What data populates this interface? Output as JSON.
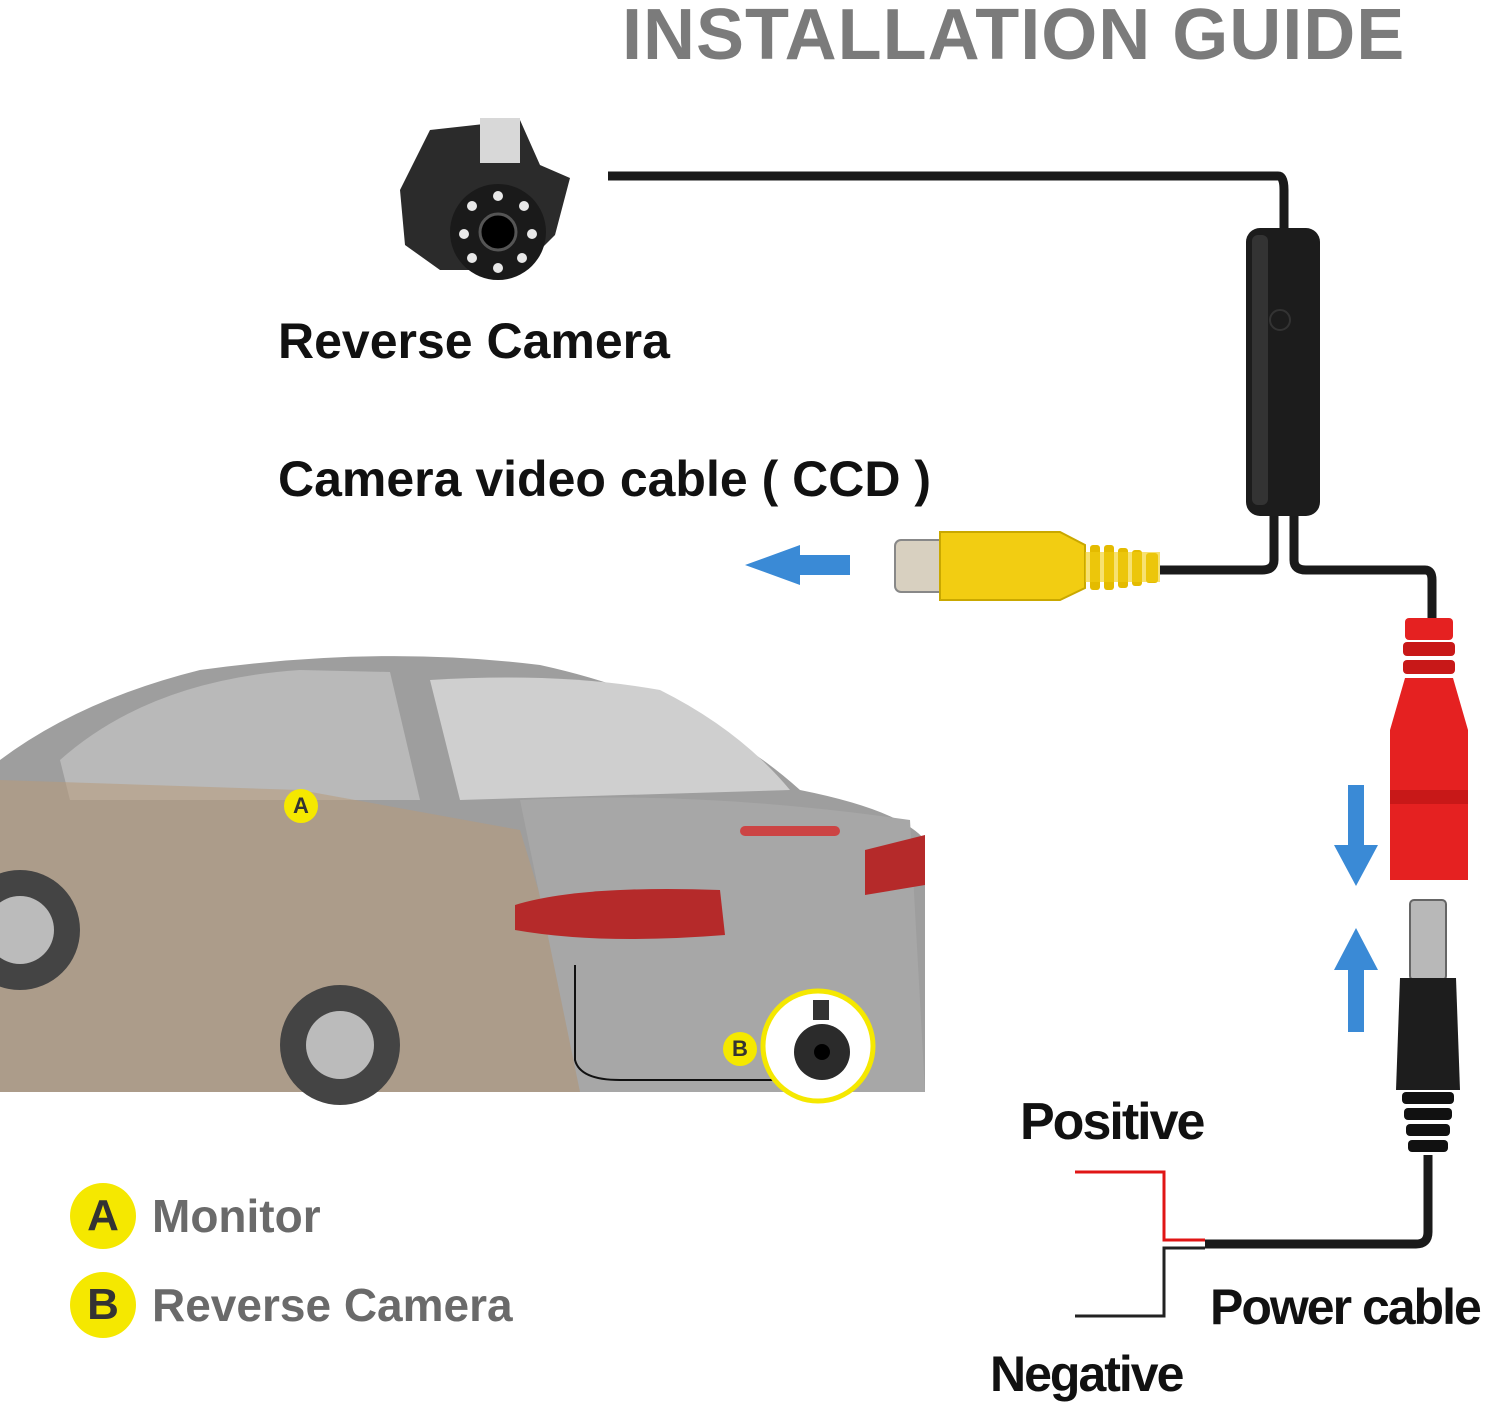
{
  "title": "INSTALLATION GUIDE",
  "labels": {
    "reverse_camera": "Reverse Camera",
    "video_cable": "Camera video cable ( CCD )",
    "positive": "Positive",
    "power_cable": "Power cable",
    "negative": "Negative"
  },
  "car_markers": {
    "a": "A",
    "b": "B"
  },
  "legend": [
    {
      "key": "A",
      "label": "Monitor"
    },
    {
      "key": "B",
      "label": "Reverse Camera"
    }
  ],
  "colors": {
    "arrow": "#3a8ad6",
    "rca": "#f2cd12",
    "dc_female": "#e52121",
    "badge": "#f5e800"
  }
}
